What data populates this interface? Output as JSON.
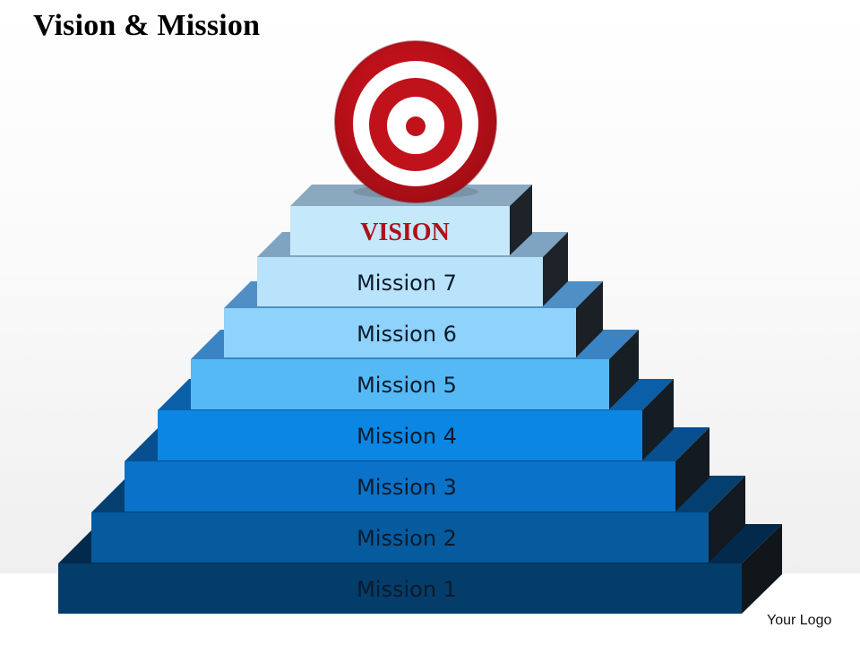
{
  "title": "Vision & Mission",
  "logo_text": "Your Logo",
  "target_icon": "bullseye-target",
  "colors": {
    "target_red": "#c0121b",
    "vision_text": "#b0101a",
    "side_face": "#1c2228"
  },
  "levels": [
    {
      "label": "VISION",
      "front": "#c5e8fb",
      "top": "#8aa9c0"
    },
    {
      "label": "Mission 7",
      "front": "#b9e3fb",
      "top": "#7fa4c2"
    },
    {
      "label": "Mission 6",
      "front": "#8fd2fb",
      "top": "#4f8fc6"
    },
    {
      "label": "Mission 5",
      "front": "#55b9f5",
      "top": "#3b84c4"
    },
    {
      "label": "Mission 4",
      "front": "#0b86e3",
      "top": "#0a5fa8"
    },
    {
      "label": "Mission 3",
      "front": "#0a72c8",
      "top": "#074f8e"
    },
    {
      "label": "Mission 2",
      "front": "#065a9e",
      "top": "#053f70"
    },
    {
      "label": "Mission 1",
      "front": "#043c6a",
      "top": "#022a4c"
    }
  ]
}
